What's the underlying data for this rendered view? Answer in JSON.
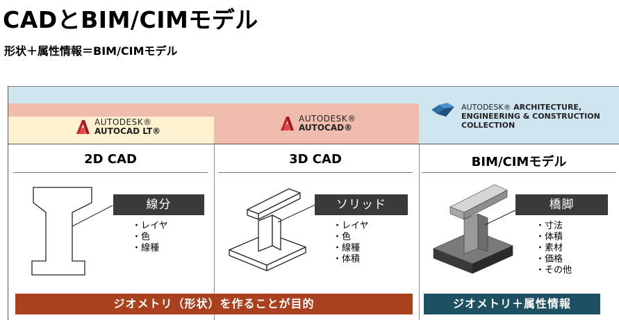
{
  "title": "CADとBIM/CIMモデル",
  "subtitle": "形状＋属性情報＝BIM/CIMモデル",
  "logos": {
    "lt": {
      "brand": "AUTODESK®",
      "product": "AUTOCAD LT®"
    },
    "acad": {
      "brand": "AUTODESK®",
      "product": "AUTOCAD®"
    },
    "aec": {
      "brand": "AUTODESK®",
      "product_line1": "ARCHITECTURE,",
      "product_line2": "ENGINEERING & CONSTRUCTION",
      "product_line3": "COLLECTION"
    }
  },
  "columns": [
    {
      "heading": "2D CAD",
      "label": "線分",
      "bullets": [
        "・レイヤ",
        "・色",
        "・線種"
      ]
    },
    {
      "heading": "3D CAD",
      "label": "ソリッド",
      "bullets": [
        "・レイヤ",
        "・色",
        "・線種",
        "・体積"
      ]
    },
    {
      "heading": "BIM/CIMモデル",
      "label": "橋脚",
      "bullets": [
        "・寸法",
        "・体積",
        "・素材",
        "・価格",
        "・その他"
      ]
    }
  ],
  "banners": {
    "cad": "ジオメトリ（形状）を作ることが目的",
    "bim": "ジオメトリ＋属性情報"
  },
  "colors": {
    "red_banner": "#a9401e",
    "teal_banner": "#1e5063",
    "label_box": "#3a3a3a",
    "autodesk_red": "#c8222c",
    "aec_blue": "#2f6fa8"
  }
}
